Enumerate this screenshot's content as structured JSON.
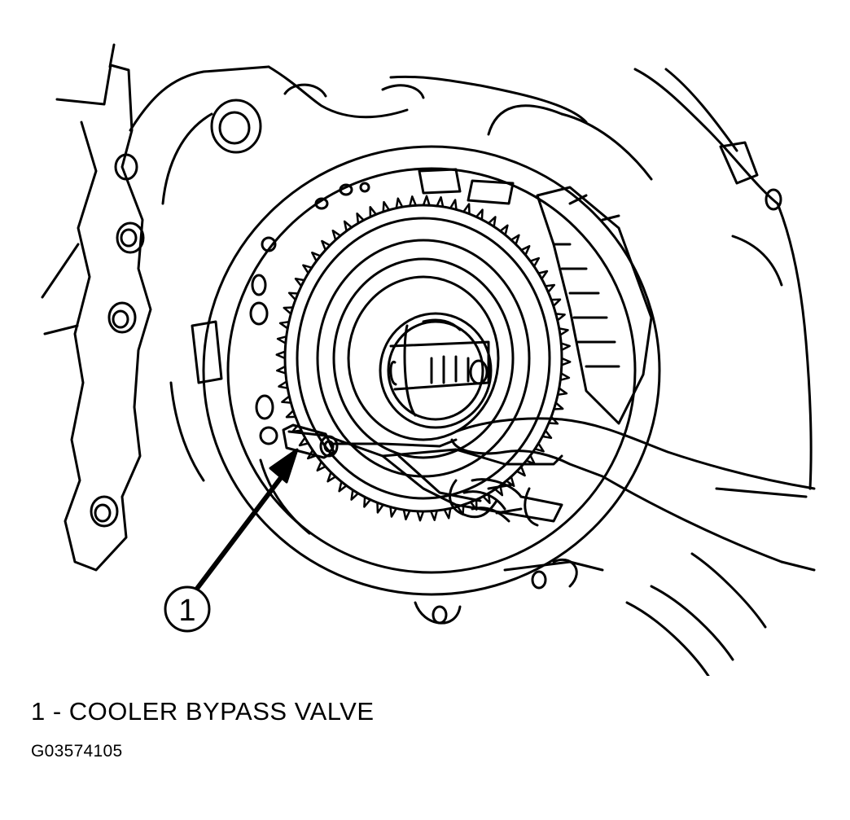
{
  "figure": {
    "callout_number": "1",
    "legend_text": "1 - COOLER BYPASS VALVE",
    "figure_id": "G03574105"
  }
}
